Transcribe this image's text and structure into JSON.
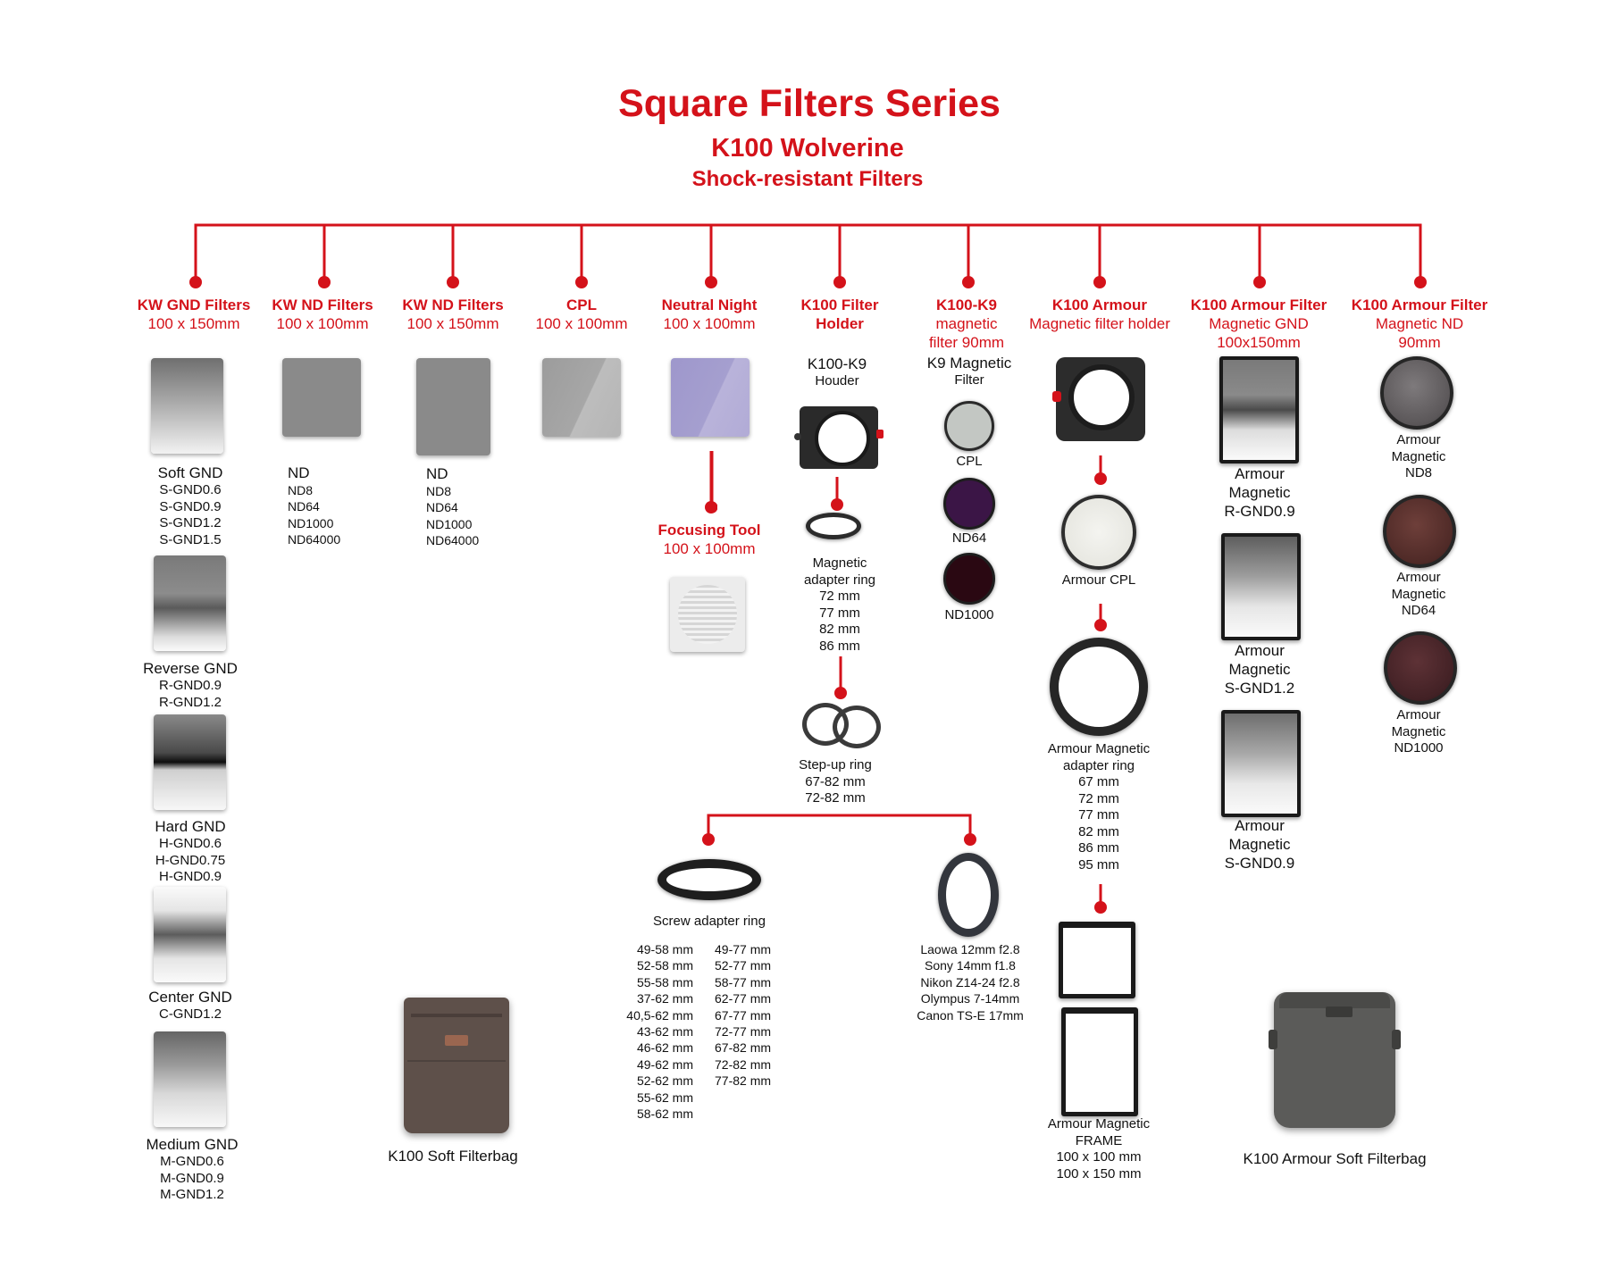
{
  "header": {
    "title": "Square Filters Series",
    "subtitle1": "K100 Wolverine",
    "subtitle2": "Shock-resistant Filters"
  },
  "colors": {
    "accent": "#d4121a"
  },
  "categories": [
    {
      "name": "KW GND Filters",
      "size": "100 x 150mm"
    },
    {
      "name": "KW ND Filters",
      "size": "100 x 100mm"
    },
    {
      "name": "KW ND Filters",
      "size": "100 x 150mm"
    },
    {
      "name": "CPL",
      "size": "100 x 100mm"
    },
    {
      "name": "Neutral Night",
      "size": "100 x 100mm"
    },
    {
      "name1": "K100 Filter",
      "name2": "Holder"
    },
    {
      "name": "K100-K9",
      "size1": "magnetic",
      "size2": "filter 90mm"
    },
    {
      "name": "K100 Armour",
      "size": "Magnetic filter holder"
    },
    {
      "name": "K100 Armour Filter",
      "size1": "Magnetic GND",
      "size2": "100x150mm"
    },
    {
      "name": "K100 Armour Filter",
      "size1": "Magnetic ND",
      "size2": "90mm"
    }
  ],
  "gnd_col": {
    "soft": {
      "title": "Soft GND",
      "items": [
        "S-GND0.6",
        "S-GND0.9",
        "S-GND1.2",
        "S-GND1.5"
      ]
    },
    "reverse": {
      "title": "Reverse GND",
      "items": [
        "R-GND0.9",
        "R-GND1.2"
      ]
    },
    "hard": {
      "title": "Hard GND",
      "items": [
        "H-GND0.6",
        "H-GND0.75",
        "H-GND0.9"
      ]
    },
    "center": {
      "title": "Center GND",
      "items": [
        "C-GND1.2"
      ]
    },
    "medium": {
      "title": "Medium GND",
      "items": [
        "M-GND0.6",
        "M-GND0.9",
        "M-GND1.2"
      ]
    }
  },
  "nd100_col": {
    "title": "ND",
    "items": [
      "ND8",
      "ND64",
      "ND1000",
      "ND64000"
    ]
  },
  "nd150_col": {
    "title": "ND",
    "items": [
      "ND8",
      "ND64",
      "ND1000",
      "ND64000"
    ]
  },
  "soft_filterbag": "K100 Soft Filterbag",
  "focusing_tool": {
    "name": "Focusing Tool",
    "size": "100 x 100mm"
  },
  "holder_col": {
    "product1": "K100-K9",
    "product2": "Houder",
    "adapter_title1": "Magnetic",
    "adapter_title2": "adapter ring",
    "adapter_sizes": [
      "72 mm",
      "77 mm",
      "82 mm",
      "86 mm"
    ],
    "stepup_title": "Step-up ring",
    "stepup_sizes": [
      "67-82 mm",
      "72-82 mm"
    ]
  },
  "screw_adapter": {
    "title": "Screw adapter ring",
    "col1": [
      "49-58 mm",
      "52-58 mm",
      "55-58 mm",
      "37-62 mm",
      "40,5-62 mm",
      "43-62 mm",
      "46-62 mm",
      "49-62 mm",
      "52-62 mm",
      "55-62 mm",
      "58-62 mm"
    ],
    "col2": [
      "49-77 mm",
      "52-77 mm",
      "58-77 mm",
      "62-77 mm",
      "67-77 mm",
      "72-77 mm",
      "67-82 mm",
      "72-82 mm",
      "77-82 mm"
    ]
  },
  "lens_list": [
    "Laowa 12mm f2.8",
    "Sony 14mm f1.8",
    "Nikon Z14-24 f2.8",
    "Olympus 7-14mm",
    "Canon TS-E 17mm"
  ],
  "k9_col": {
    "title1": "K9 Magnetic",
    "title2": "Filter",
    "items": [
      "CPL",
      "ND64",
      "ND1000"
    ]
  },
  "armour_col": {
    "cpl": "Armour CPL",
    "adapter_title1": "Armour Magnetic",
    "adapter_title2": "adapter ring",
    "adapter_sizes": [
      "67 mm",
      "72 mm",
      "77 mm",
      "82 mm",
      "86 mm",
      "95 mm"
    ],
    "frame_title1": "Armour Magnetic",
    "frame_title2": "FRAME",
    "frame_sizes": [
      "100 x 100 mm",
      "100 x 150 mm"
    ]
  },
  "armour_gnd_col": [
    {
      "l1": "Armour",
      "l2": "Magnetic",
      "l3": "R-GND0.9"
    },
    {
      "l1": "Armour",
      "l2": "Magnetic",
      "l3": "S-GND1.2"
    },
    {
      "l1": "Armour",
      "l2": "Magnetic",
      "l3": "S-GND0.9"
    }
  ],
  "armour_nd_col": [
    {
      "l1": "Armour",
      "l2": "Magnetic",
      "l3": "ND8"
    },
    {
      "l1": "Armour",
      "l2": "Magnetic",
      "l3": "ND64"
    },
    {
      "l1": "Armour",
      "l2": "Magnetic",
      "l3": "ND1000"
    }
  ],
  "armour_soft_filterbag": "K100 Armour Soft Filterbag"
}
